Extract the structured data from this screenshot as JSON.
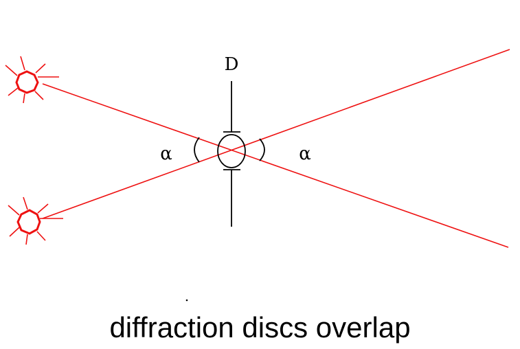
{
  "diagram": {
    "aperture_label": "D",
    "angle_label_left": "α",
    "angle_label_right": "α",
    "caption": "diffraction discs overlap",
    "colors": {
      "light_rays": "#ee1111",
      "source_icon": "#ee1111",
      "aperture": "#000000",
      "text": "#000000"
    },
    "icons": [
      "star-source-icon",
      "star-source-icon"
    ]
  }
}
